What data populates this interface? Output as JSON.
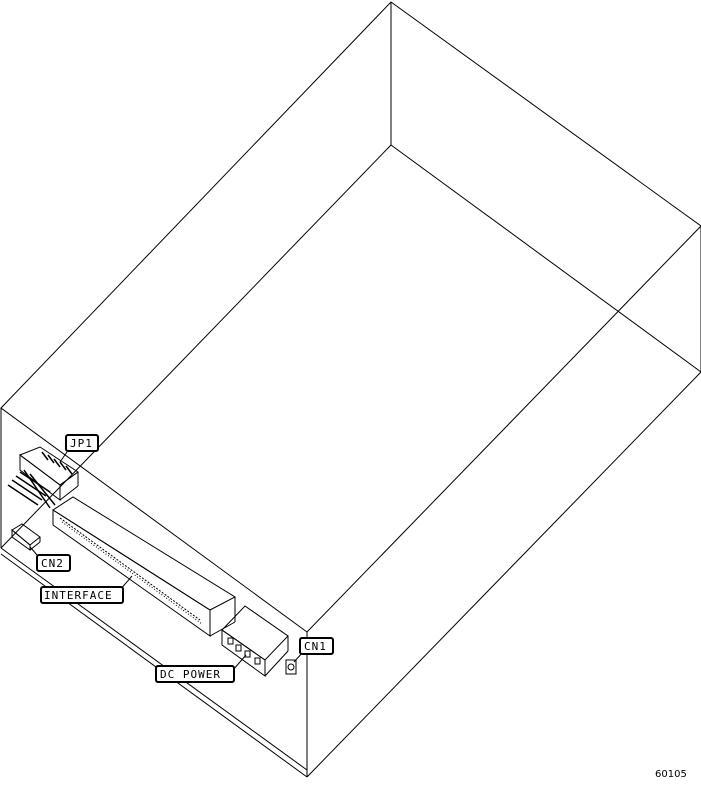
{
  "labels": {
    "jp1": "JP1",
    "cn2": "CN2",
    "interface": "INTERFACE",
    "dc_power": "DC POWER",
    "cn1": "CN1"
  },
  "figure_number": "60105"
}
